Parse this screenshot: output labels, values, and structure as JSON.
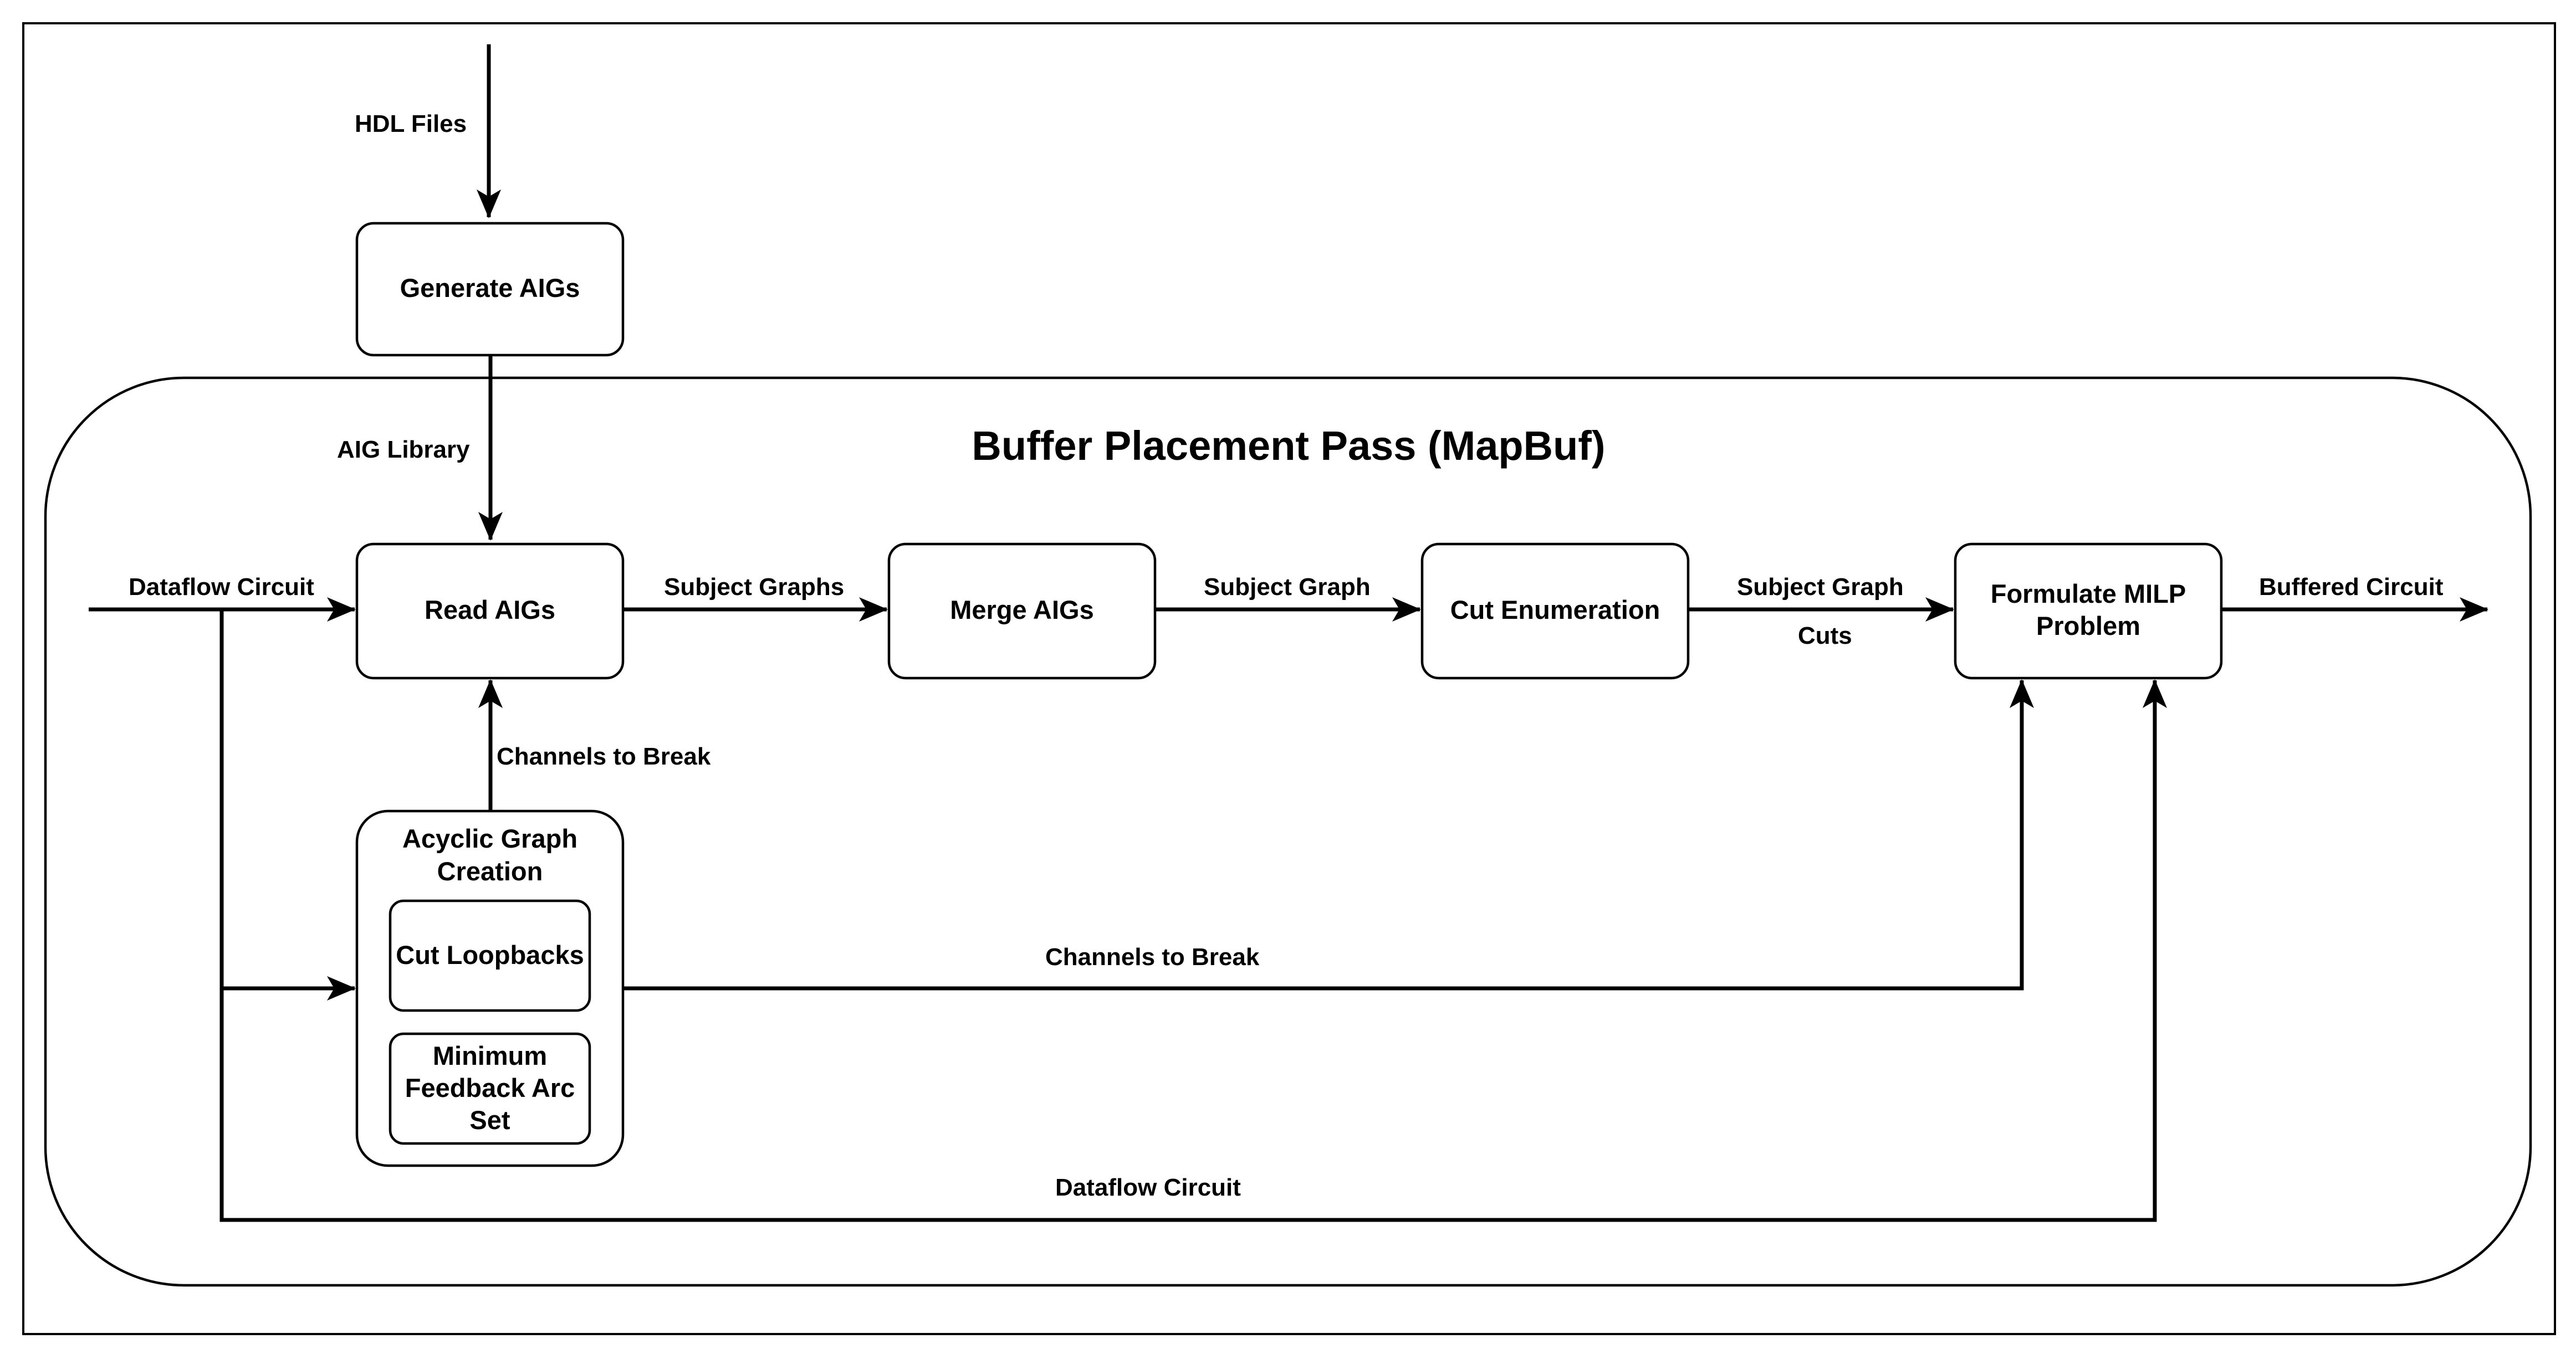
{
  "title": "Buffer Placement Pass (MapBuf)",
  "nodes": {
    "generate_aigs": [
      "Generate AIGs"
    ],
    "read_aigs": [
      "Read AIGs"
    ],
    "merge_aigs": [
      "Merge AIGs"
    ],
    "cut_enumeration": [
      "Cut Enumeration"
    ],
    "formulate_milp": [
      "Formulate MILP",
      "Problem"
    ],
    "acyclic_graph_creation": [
      "Acyclic Graph",
      "Creation"
    ],
    "cut_loopbacks": [
      "Cut Loopbacks"
    ],
    "minimum_feedback_arc_set": [
      "Minimum",
      "Feedback Arc",
      "Set"
    ]
  },
  "edges": {
    "hdl_files": "HDL Files",
    "aig_library": "AIG Library",
    "dataflow_circuit_in": "Dataflow Circuit",
    "subject_graphs": "Subject Graphs",
    "subject_graph_merge": "Subject Graph",
    "subject_graph_cut": "Subject Graph",
    "cuts": "Cuts",
    "buffered_circuit": "Buffered Circuit",
    "channels_to_break_up": "Channels to Break",
    "channels_to_break_long": "Channels to Break",
    "dataflow_circuit_bottom": "Dataflow Circuit"
  },
  "colors": {
    "stroke": "#000000",
    "fill": "#ffffff",
    "background": "#ffffff"
  }
}
